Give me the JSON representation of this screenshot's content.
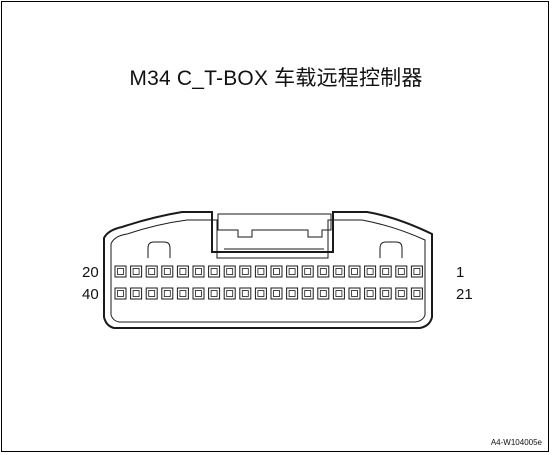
{
  "title": "M34 C_T-BOX 车载远程控制器",
  "pin_labels": {
    "top_left": "20",
    "top_right": "1",
    "bottom_left": "40",
    "bottom_right": "21"
  },
  "pins_per_row": 20,
  "rows": 2,
  "figure_id": "A4-W104005e",
  "colors": {
    "line": "#1a1a1a",
    "background": "#ffffff"
  }
}
